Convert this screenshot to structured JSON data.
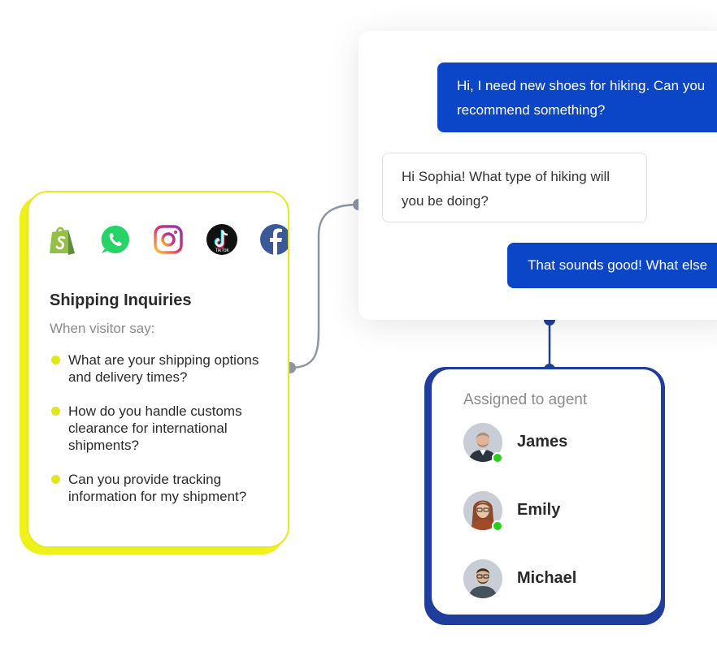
{
  "chat": {
    "messages": [
      {
        "from": "visitor",
        "text": "Hi, I need new shoes for hiking. Can you recommend something?"
      },
      {
        "from": "bot",
        "text": "Hi Sophia! What type of hiking will you be doing?"
      },
      {
        "from": "visitor",
        "text": "That sounds good! What else"
      }
    ]
  },
  "trigger": {
    "channels": [
      "shopify-icon",
      "whatsapp-icon",
      "instagram-icon",
      "tiktok-icon",
      "facebook-icon"
    ],
    "tiktok_label": "TikTok",
    "title": "Shipping Inquiries",
    "subtitle": "When visitor say:",
    "questions": [
      "What are your shipping options and delivery times?",
      "How do you handle customs clearance for international shipments?",
      "Can you provide tracking information for my shipment?"
    ]
  },
  "agents": {
    "heading": "Assigned to agent",
    "list": [
      {
        "name": "James",
        "online": true
      },
      {
        "name": "Emily",
        "online": true
      },
      {
        "name": "Michael",
        "online": false
      }
    ]
  },
  "colors": {
    "accent_blue": "#0b46c9",
    "agent_border": "#1f3d9c",
    "trigger_border": "#e6ea1c",
    "online_green": "#27d11a"
  }
}
